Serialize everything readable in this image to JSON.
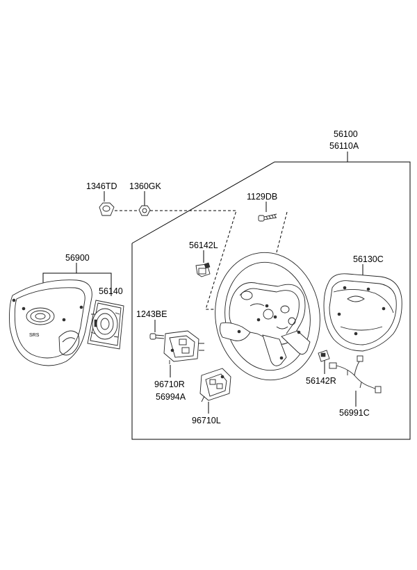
{
  "labels": {
    "p56100": "56100",
    "p56110A": "56110A",
    "p1346TD": "1346TD",
    "p1360GK": "1360GK",
    "p1129DB": "1129DB",
    "p56900": "56900",
    "p56142L": "56142L",
    "p56130C": "56130C",
    "p56140": "56140",
    "p1243BE": "1243BE",
    "p96710R": "96710R",
    "p56994A": "56994A",
    "p56142R": "56142R",
    "p56991C": "56991C",
    "p96710L": "96710L"
  }
}
